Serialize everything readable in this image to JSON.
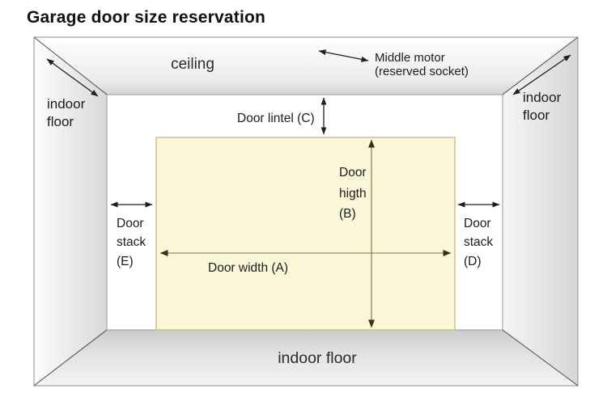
{
  "page": {
    "title": "Garage door size reservation"
  },
  "colors": {
    "door_fill": "#FBF8D9",
    "door_border": "#C9C28C",
    "dimension_line": "#75753F",
    "dimension_head": "#33331A",
    "annotation_arrow": "#1F1F1F"
  },
  "room_labels": {
    "ceiling": "ceiling",
    "indoor_floor_bottom": "indoor floor",
    "indoor_floor_top_left": {
      "line1": "indoor",
      "line2": "floor"
    },
    "indoor_floor_top_right": {
      "line1": "indoor",
      "line2": "floor"
    }
  },
  "dimension_labels": {
    "middle_motor": {
      "line1": "Middle motor",
      "line2": "(reserved socket)"
    },
    "door_lintel": "Door lintel (C)",
    "door_width": "Door width (A)",
    "door_height": {
      "line1": "Door",
      "line2": "higth",
      "line3": "(B)"
    },
    "door_stack_left": {
      "line1": "Door",
      "line2": "stack",
      "line3": "(E)"
    },
    "door_stack_right": {
      "line1": "Door",
      "line2": "stack",
      "line3": "(D)"
    }
  }
}
